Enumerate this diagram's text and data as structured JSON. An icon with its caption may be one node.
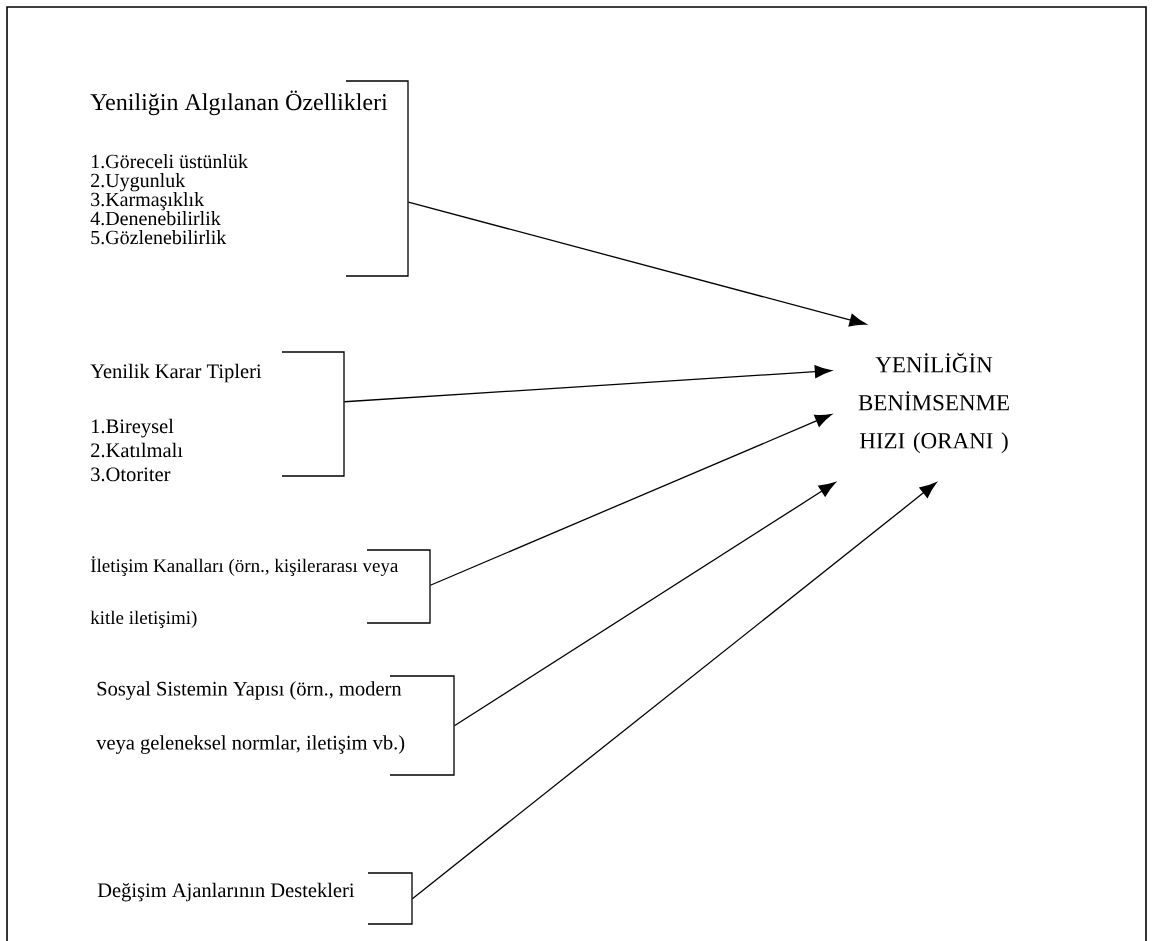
{
  "diagram": {
    "nodes": [
      {
        "text": [
          "Yeniliğin Algılanan Özellikleri",
          "1.Göreceli üstünlük",
          "2.Uygunluk",
          "3.Karmaşıklık",
          "4.Denenebilirlik",
          "5.Gözlenebilirlik"
        ]
      },
      {
        "text": [
          "Yenilik Karar Tipleri",
          "1.Bireysel",
          "2.Katılmalı",
          "3.Otoriter"
        ]
      },
      {
        "text": [
          "İletişim Kanalları (örn., kişilerarası veya kitle iletişimi)"
        ]
      },
      {
        "text": [
          "Sosyal Sistemin Yapısı (örn., modern veya geleneksel normlar, iletişim vb.)"
        ]
      },
      {
        "text": [
          "Değişim Ajanlarının Destekleri"
        ]
      },
      {
        "text": [
          "YENİLİĞİN BENİMSENME HIZI (ORANI )"
        ]
      }
    ],
    "edges": [
      {
        "from": 0,
        "to": 5,
        "arrow": "to"
      },
      {
        "from": 1,
        "to": 5,
        "arrow": "to"
      },
      {
        "from": 2,
        "to": 5,
        "arrow": "to"
      },
      {
        "from": 3,
        "to": 5,
        "arrow": "to"
      },
      {
        "from": 4,
        "to": 5,
        "arrow": "to"
      }
    ]
  }
}
